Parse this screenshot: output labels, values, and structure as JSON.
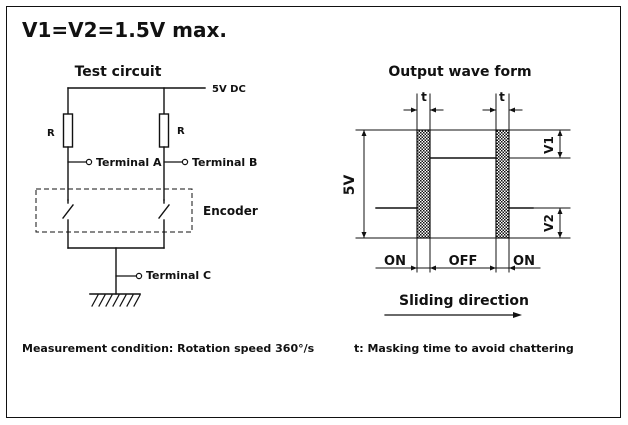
{
  "title": "V1=V2=1.5V max.",
  "circuit": {
    "heading": "Test circuit",
    "supply": "5V DC",
    "resistor_left": "R",
    "resistor_right": "R",
    "terminal_a": "Terminal A",
    "terminal_b": "Terminal B",
    "terminal_c": "Terminal C",
    "encoder": "Encoder"
  },
  "waveform": {
    "heading": "Output wave form",
    "t_left": "t",
    "t_right": "t",
    "v_axis": "5V",
    "v1": "V1",
    "v2": "V2",
    "on_left": "ON",
    "off": "OFF",
    "on_right": "ON",
    "sliding": "Sliding direction"
  },
  "notes": {
    "measurement": "Measurement condition: Rotation speed 360°/s",
    "masking": "t:  Masking time to avoid chattering"
  }
}
